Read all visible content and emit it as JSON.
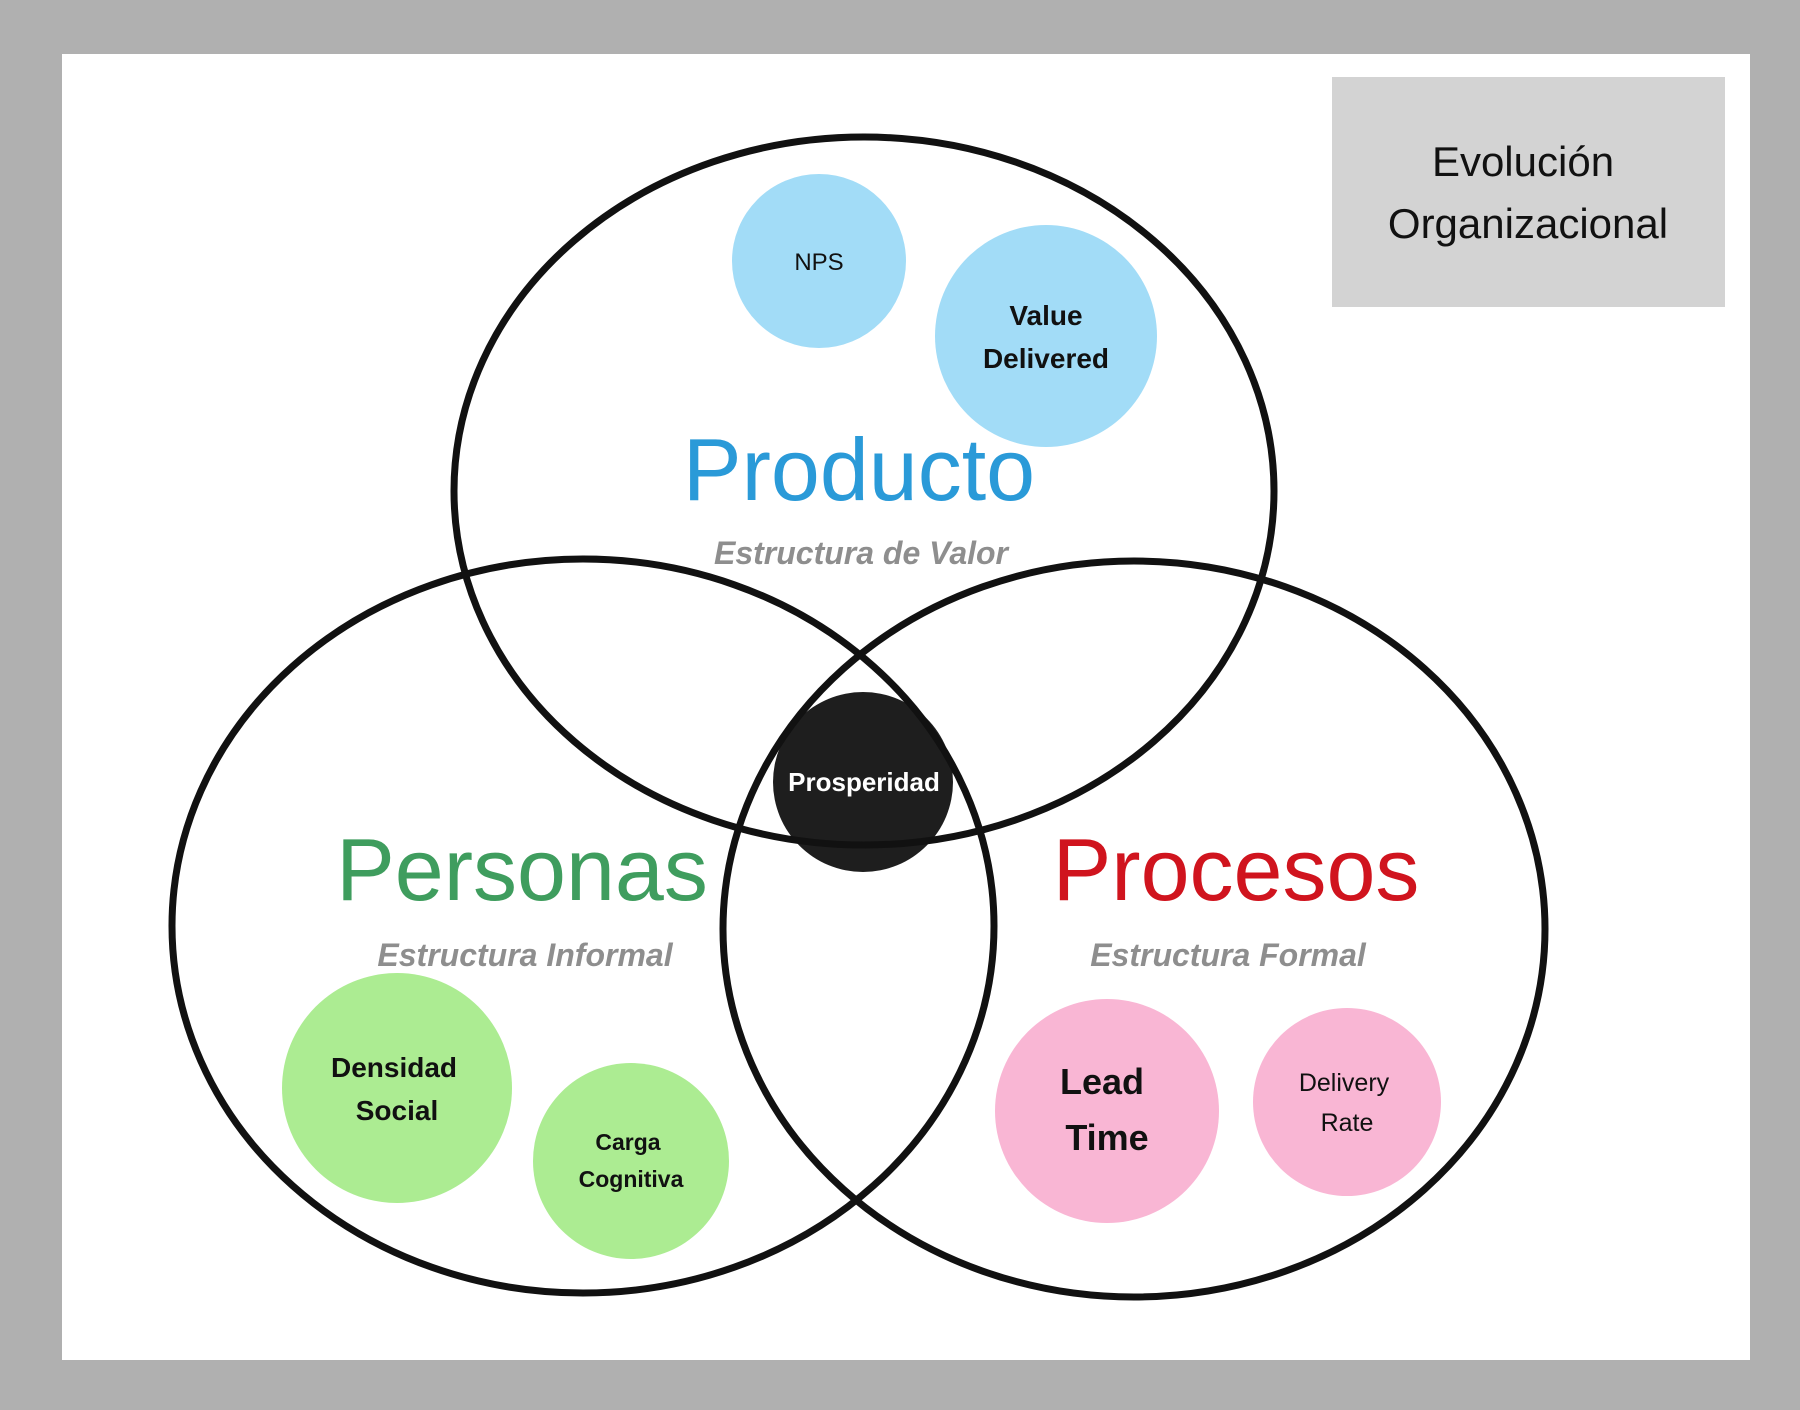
{
  "title": {
    "line1": "Evolución",
    "line2": "Organizacional"
  },
  "colors": {
    "background": "#b0b0b0",
    "panel": "#ffffff",
    "title_box": "#d3d3d3",
    "producto": "#2a9ad8",
    "personas": "#3f9d5e",
    "procesos": "#d0141e",
    "product_metric": "#a2dcf7",
    "people_metric": "#acec92",
    "process_metric": "#f9b6d4",
    "center": "#1e1e1e"
  },
  "sets": {
    "producto": {
      "label": "Producto",
      "subtitle": "Estructura de Valor"
    },
    "personas": {
      "label": "Personas",
      "subtitle": "Estructura Informal"
    },
    "procesos": {
      "label": "Procesos",
      "subtitle": "Estructura Formal"
    }
  },
  "center": {
    "label": "Prosperidad"
  },
  "metrics": {
    "nps": {
      "label": "NPS"
    },
    "value_delivered": {
      "line1": "Value",
      "line2": "Delivered"
    },
    "densidad_social": {
      "line1": "Densidad",
      "line2": "Social"
    },
    "carga_cognitiva": {
      "line1": "Carga",
      "line2": "Cognitiva"
    },
    "lead_time": {
      "line1": "Lead",
      "line2": "Time"
    },
    "delivery_rate": {
      "line1": "Delivery",
      "line2": "Rate"
    }
  }
}
